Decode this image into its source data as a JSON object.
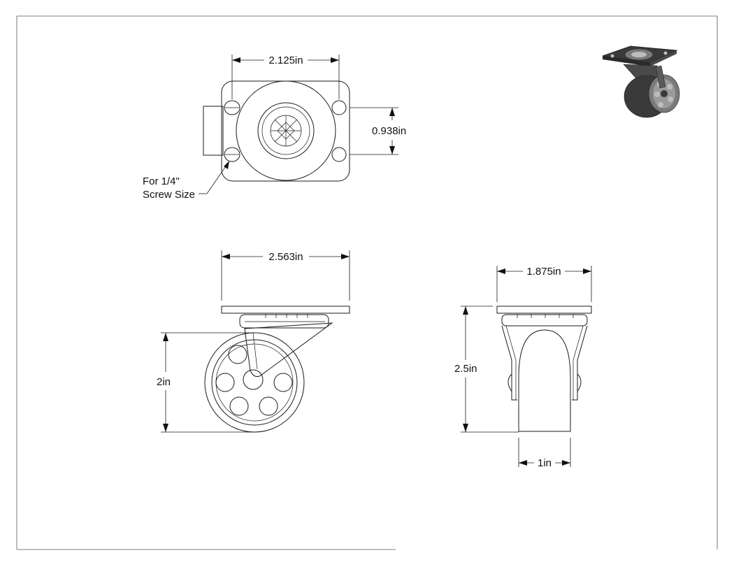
{
  "dimensions": {
    "top_width": "2.125in",
    "top_hole_spacing": "0.938in",
    "screw_note_line1": "For 1/4\"",
    "screw_note_line2": "Screw Size",
    "side_width": "2.563in",
    "side_height": "2in",
    "front_width": "1.875in",
    "front_height": "2.5in",
    "wheel_width": "1in"
  },
  "colors": {
    "line": "#1a1a1a",
    "frame": "#555555",
    "render_dark": "#3a3a3a",
    "render_mid": "#7a7a7a",
    "render_light": "#bdbdbd"
  },
  "icons": {
    "iso_view": "swivel-caster-render-icon"
  }
}
